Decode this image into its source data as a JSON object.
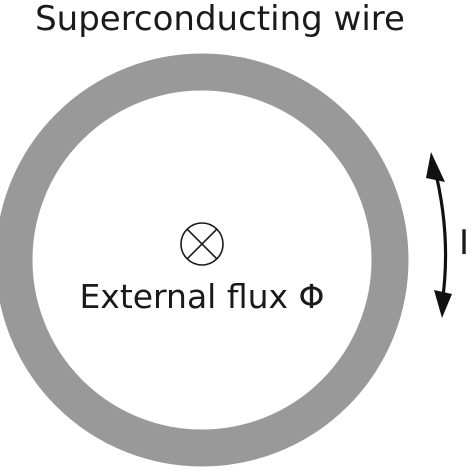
{
  "labels": {
    "wire_label": "Superconducting wire",
    "flux_label": "External flux Φ",
    "current_label_partial": "I"
  },
  "colors": {
    "ring": "#999999",
    "background": "#ffffff",
    "text": "#1a1a1a",
    "arrow": "#111111"
  },
  "icons": {
    "flux_into_page": "circled-cross-icon",
    "current_direction": "double-headed-curved-arrow-icon"
  }
}
